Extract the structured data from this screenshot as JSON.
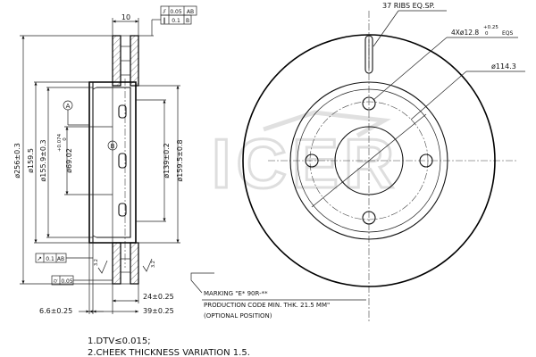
{
  "side_view": {
    "dim_top_width": "10",
    "dim_od": "ø256±0.3",
    "dim_159": "ø159.5",
    "dim_155": "ø155.9±0.3",
    "dim_hub": "ø69.02",
    "dim_hub_tol_upper": "+0.074",
    "dim_hub_tol_lower": "0",
    "dim_pcd_139": "ø139±0.2",
    "dim_1595": "ø159.5±0.8",
    "dim_thickness": "24±0.25",
    "dim_offset": "39±0.25",
    "dim_hat": "6.6±0.25",
    "datum_a": "A",
    "datum_b": "B",
    "gdt_flat": "0.05",
    "gdt_flat_ref": "AB",
    "gdt_parallel": "0.1",
    "gdt_parallel_ref": "B",
    "gdt_runout": "0.1",
    "gdt_runout_ref": "AB",
    "gdt_cyl": "0.05",
    "roughness_left": "3.2",
    "roughness_right": "3.2"
  },
  "front_view": {
    "ribs": "37 RIBS EQ.SP.",
    "holes": "4Xø12.8",
    "holes_tol_upper": "+0.25",
    "holes_tol_lower": "0",
    "holes_suffix": "EQS",
    "pcd": "ø114.3"
  },
  "marking": {
    "line1": "MARKING \"E* 90R-**",
    "line2": "PRODUCTION CODE  MIN. THK. 21.5 MM\"",
    "line3": "(OPTIONAL POSITION)"
  },
  "notes": {
    "note1": "1.DTV≤0.015;",
    "note2": "2.CHEEK THICKNESS VARIATION 1.5."
  },
  "watermark": "ICER"
}
